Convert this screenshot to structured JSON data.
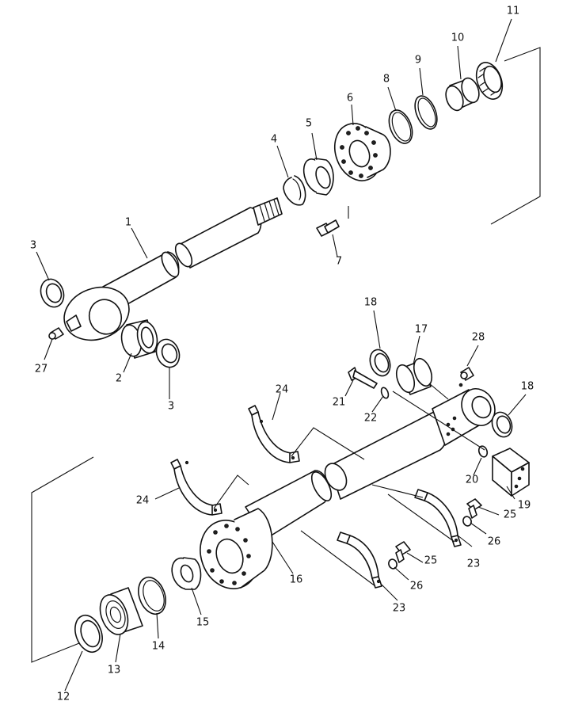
{
  "callouts": [
    {
      "id": "c1",
      "text": "1"
    },
    {
      "id": "c2",
      "text": "2"
    },
    {
      "id": "c3a",
      "text": "3"
    },
    {
      "id": "c3b",
      "text": "3"
    },
    {
      "id": "c4",
      "text": "4"
    },
    {
      "id": "c5",
      "text": "5"
    },
    {
      "id": "c6",
      "text": "6"
    },
    {
      "id": "c7",
      "text": "7"
    },
    {
      "id": "c8",
      "text": "8"
    },
    {
      "id": "c9",
      "text": "9"
    },
    {
      "id": "c10",
      "text": "10"
    },
    {
      "id": "c11",
      "text": "11"
    },
    {
      "id": "c12",
      "text": "12"
    },
    {
      "id": "c13",
      "text": "13"
    },
    {
      "id": "c14",
      "text": "14"
    },
    {
      "id": "c15",
      "text": "15"
    },
    {
      "id": "c16",
      "text": "16"
    },
    {
      "id": "c17",
      "text": "17"
    },
    {
      "id": "c18a",
      "text": "18"
    },
    {
      "id": "c18b",
      "text": "18"
    },
    {
      "id": "c19",
      "text": "19"
    },
    {
      "id": "c20",
      "text": "20"
    },
    {
      "id": "c21",
      "text": "21"
    },
    {
      "id": "c22",
      "text": "22"
    },
    {
      "id": "c23a",
      "text": "23"
    },
    {
      "id": "c23b",
      "text": "23"
    },
    {
      "id": "c24a",
      "text": "24"
    },
    {
      "id": "c24b",
      "text": "24"
    },
    {
      "id": "c25a",
      "text": "25"
    },
    {
      "id": "c25b",
      "text": "25"
    },
    {
      "id": "c26a",
      "text": "26"
    },
    {
      "id": "c26b",
      "text": "26"
    },
    {
      "id": "c27",
      "text": "27"
    },
    {
      "id": "c28",
      "text": "28"
    }
  ]
}
